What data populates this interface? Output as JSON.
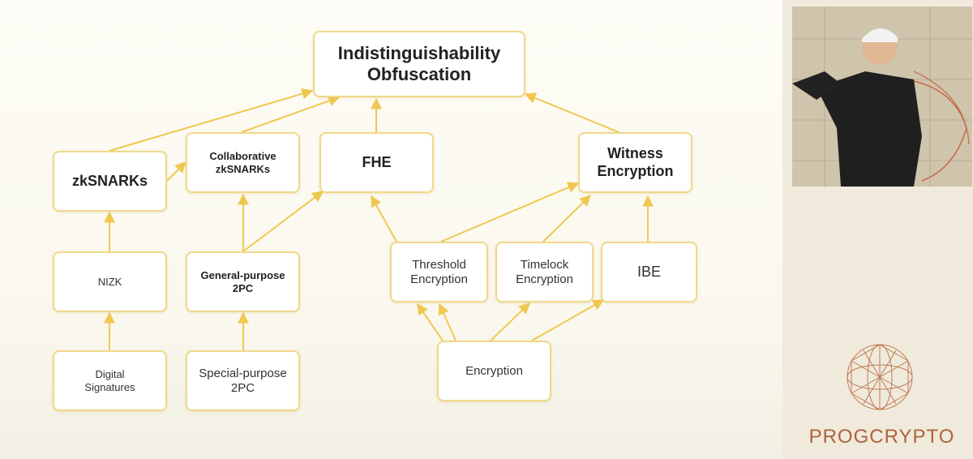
{
  "diagram": {
    "nodes": {
      "io": "Indistinguishability\nObfuscation",
      "zksnarks": "zkSNARKs",
      "collab": "Collaborative\nzkSNARKs",
      "fhe": "FHE",
      "witness": "Witness\nEncryption",
      "nizk": "NIZK",
      "gp2pc": "General-purpose\n2PC",
      "threshold": "Threshold\nEncryption",
      "timelock": "Timelock\nEncryption",
      "ibe": "IBE",
      "digsig": "Digital\nSignatures",
      "sp2pc": "Special-purpose\n2PC",
      "enc": "Encryption"
    }
  },
  "branding": {
    "name": "PROGCRYPTO"
  },
  "colors": {
    "node_border": "#f1d88a",
    "arrow": "#f0c850",
    "brand": "#b0613c"
  }
}
